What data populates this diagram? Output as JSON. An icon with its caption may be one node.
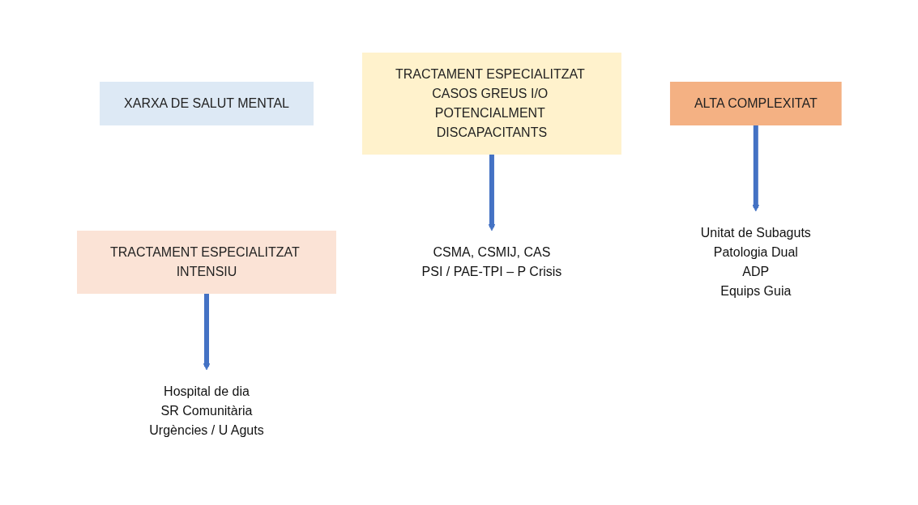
{
  "diagram": {
    "nodes": [
      {
        "text": [
          "XARXA DE SALUT MENTAL"
        ]
      },
      {
        "text": [
          "TRACTAMENT ESPECIALITZAT CASOS GREUS I/O POTENCIALMENT DISCAPACITANTS"
        ]
      },
      {
        "text": [
          "TRACTAMENT ESPECIALITZAT INTENSIU"
        ]
      },
      {
        "text": [
          "ALTA COMPLEXITAT"
        ]
      },
      {
        "text": [
          "CSMA, CSMIJ, CAS",
          "PSI / PAE-TPI – P Crisis"
        ]
      },
      {
        "text": [
          "Hospital de dia",
          "SR Comunitària",
          "Urgències / U Aguts"
        ]
      },
      {
        "text": [
          "Unitat de Subaguts",
          "Patologia Dual",
          "ADP",
          "Equips Guia"
        ]
      }
    ],
    "edges": [
      {
        "from": 1,
        "to": 4,
        "arrow": "to"
      },
      {
        "from": 2,
        "to": 5,
        "arrow": "to"
      },
      {
        "from": 3,
        "to": 6,
        "arrow": "to"
      }
    ]
  }
}
